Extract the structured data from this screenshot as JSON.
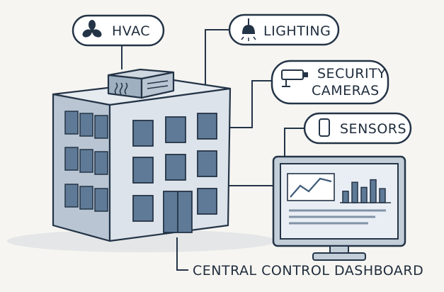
{
  "labels": {
    "hvac": "HVAC",
    "lighting": "LIGHTING",
    "security_line1": "SECURITY",
    "security_line2": "CAMERAS",
    "sensors": "SENSORS",
    "dashboard": "CENTRAL CONTROL DASHBOARD"
  },
  "colors": {
    "background": "#f6f5f1",
    "outline": "#243447",
    "window": "#5f7a96",
    "wall_front": "#dde3ea",
    "wall_side": "#b9c5d2",
    "screen": "#e9eef4"
  },
  "icons": {
    "hvac": "fan-icon",
    "lighting": "ceiling-light-icon",
    "security": "security-camera-icon",
    "sensors": "sensor-icon"
  },
  "chart": {
    "bars": [
      0.45,
      0.8,
      0.6,
      0.9,
      0.55
    ]
  }
}
